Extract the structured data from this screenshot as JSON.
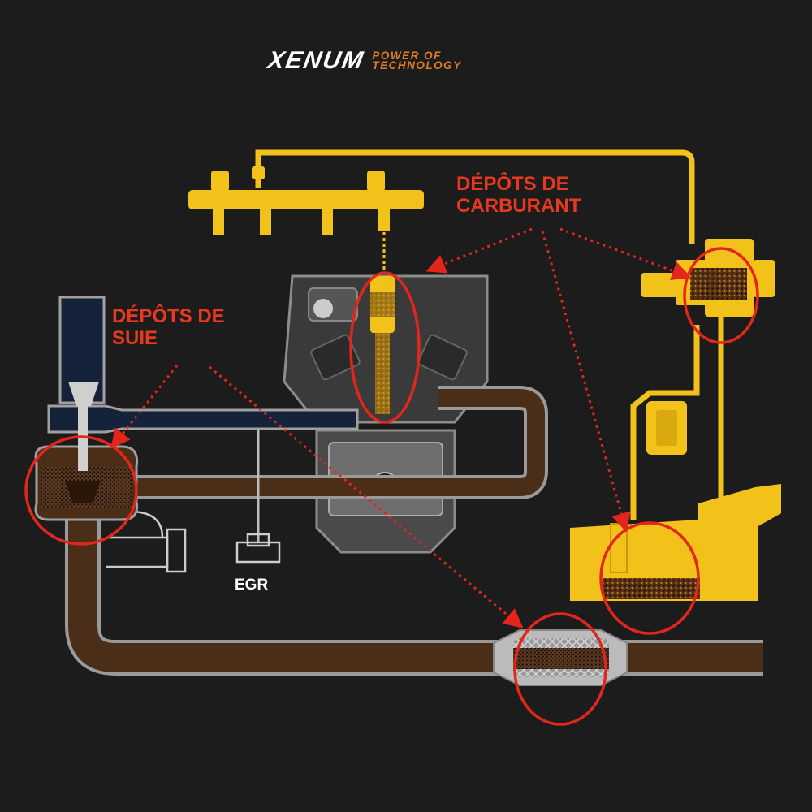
{
  "brand": {
    "name": "XENUM",
    "tagline": "POWER OF TECHNOLOGY"
  },
  "callouts": {
    "fuel_deposits": "DÉPÔTS DE\nCARBURANT",
    "soot_deposits": "DÉPÔTS DE\nSUIE"
  },
  "labels": {
    "egr": "EGR"
  },
  "colors": {
    "background": "#1c1c1c",
    "fuel_system": "#f2c21b",
    "intake_air": "#14223a",
    "exhaust": "#4a2e17",
    "engine_gray": "#8c8c8c",
    "highlight_red": "#e3261c",
    "brand_orange": "#e07b24"
  },
  "icons": [
    "turbocharger-icon",
    "injector-icon",
    "piston-icon",
    "fuel-pump-icon",
    "fuel-filter-icon",
    "fuel-tank-icon",
    "dpf-icon",
    "egr-valve-icon"
  ]
}
